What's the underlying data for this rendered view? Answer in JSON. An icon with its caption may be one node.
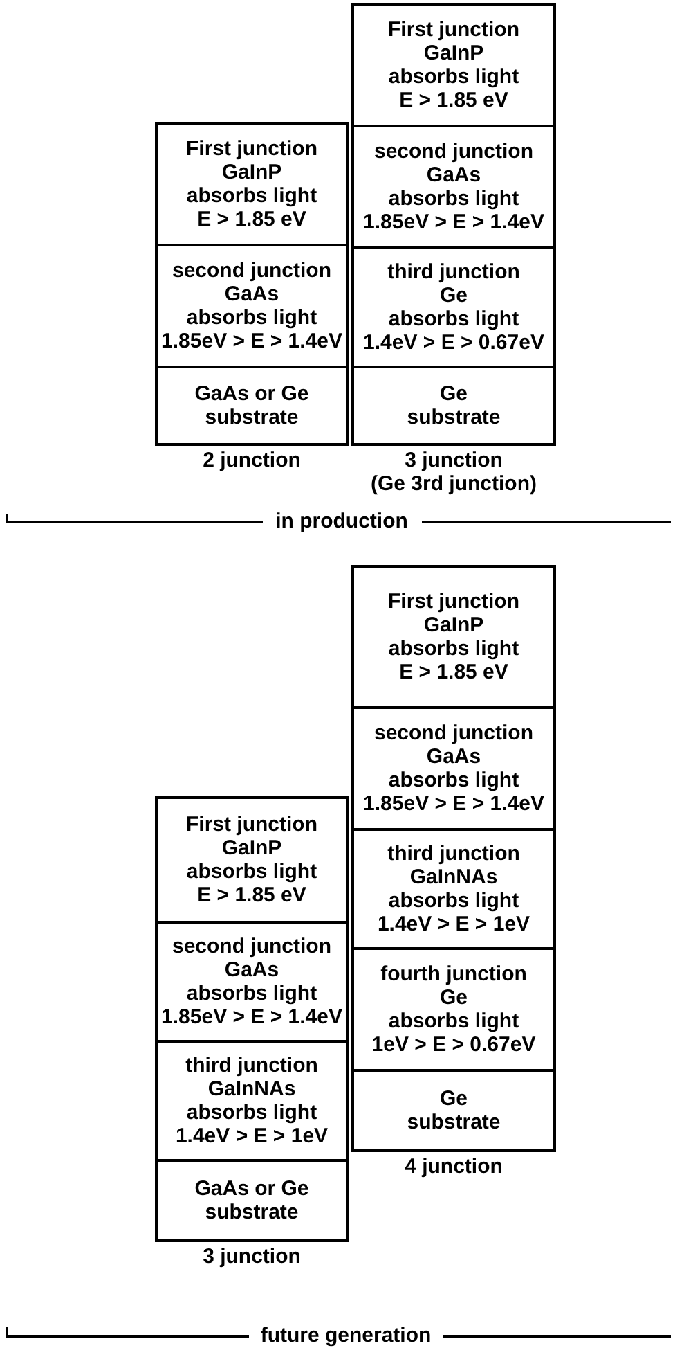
{
  "diagram": {
    "nodes": [
      {
        "text": [
          "2 junction"
        ]
      },
      {
        "text": [
          "First junction",
          "GaInP",
          "absorbs light",
          "E > 1.85 eV"
        ],
        "in": 0
      },
      {
        "text": [
          "second junction",
          "GaAs",
          "absorbs light",
          "1.85eV > E > 1.4eV"
        ],
        "in": 0
      },
      {
        "text": [
          "GaAs or Ge",
          "substrate"
        ],
        "in": 0
      },
      {
        "text": [
          "3 junction",
          "(Ge 3rd junction)"
        ]
      },
      {
        "text": [
          "First junction",
          "GaInP",
          "absorbs light",
          "E > 1.85 eV"
        ],
        "in": 4
      },
      {
        "text": [
          "second junction",
          "GaAs",
          "absorbs light",
          "1.85eV > E > 1.4eV"
        ],
        "in": 4
      },
      {
        "text": [
          "third junction",
          "Ge",
          "absorbs light",
          "1.4eV > E > 0.67eV"
        ],
        "in": 4
      },
      {
        "text": [
          "Ge",
          "substrate"
        ],
        "in": 4
      },
      {
        "text": [
          "3 junction"
        ]
      },
      {
        "text": [
          "First junction",
          "GaInP",
          "absorbs light",
          "E > 1.85 eV"
        ],
        "in": 9
      },
      {
        "text": [
          "second junction",
          "GaAs",
          "absorbs light",
          "1.85eV > E > 1.4eV"
        ],
        "in": 9
      },
      {
        "text": [
          "third junction",
          "GaInNAs",
          "absorbs light",
          "1.4eV > E > 1eV"
        ],
        "in": 9
      },
      {
        "text": [
          "GaAs or Ge",
          "substrate"
        ],
        "in": 9
      },
      {
        "text": [
          "4 junction"
        ]
      },
      {
        "text": [
          "First junction",
          "GaInP",
          "absorbs light",
          "E > 1.85 eV"
        ],
        "in": 14
      },
      {
        "text": [
          "second junction",
          "GaAs",
          "absorbs light",
          "1.85eV > E > 1.4eV"
        ],
        "in": 14
      },
      {
        "text": [
          "third junction",
          "GaInNAs",
          "absorbs light",
          "1.4eV > E > 1eV"
        ],
        "in": 14
      },
      {
        "text": [
          "fourth junction",
          "Ge",
          "absorbs light",
          "1eV > E > 0.67eV"
        ],
        "in": 14
      },
      {
        "text": [
          "Ge",
          "substrate"
        ],
        "in": 14
      }
    ],
    "edges": [],
    "labels": [
      "in production",
      "future generation"
    ]
  }
}
